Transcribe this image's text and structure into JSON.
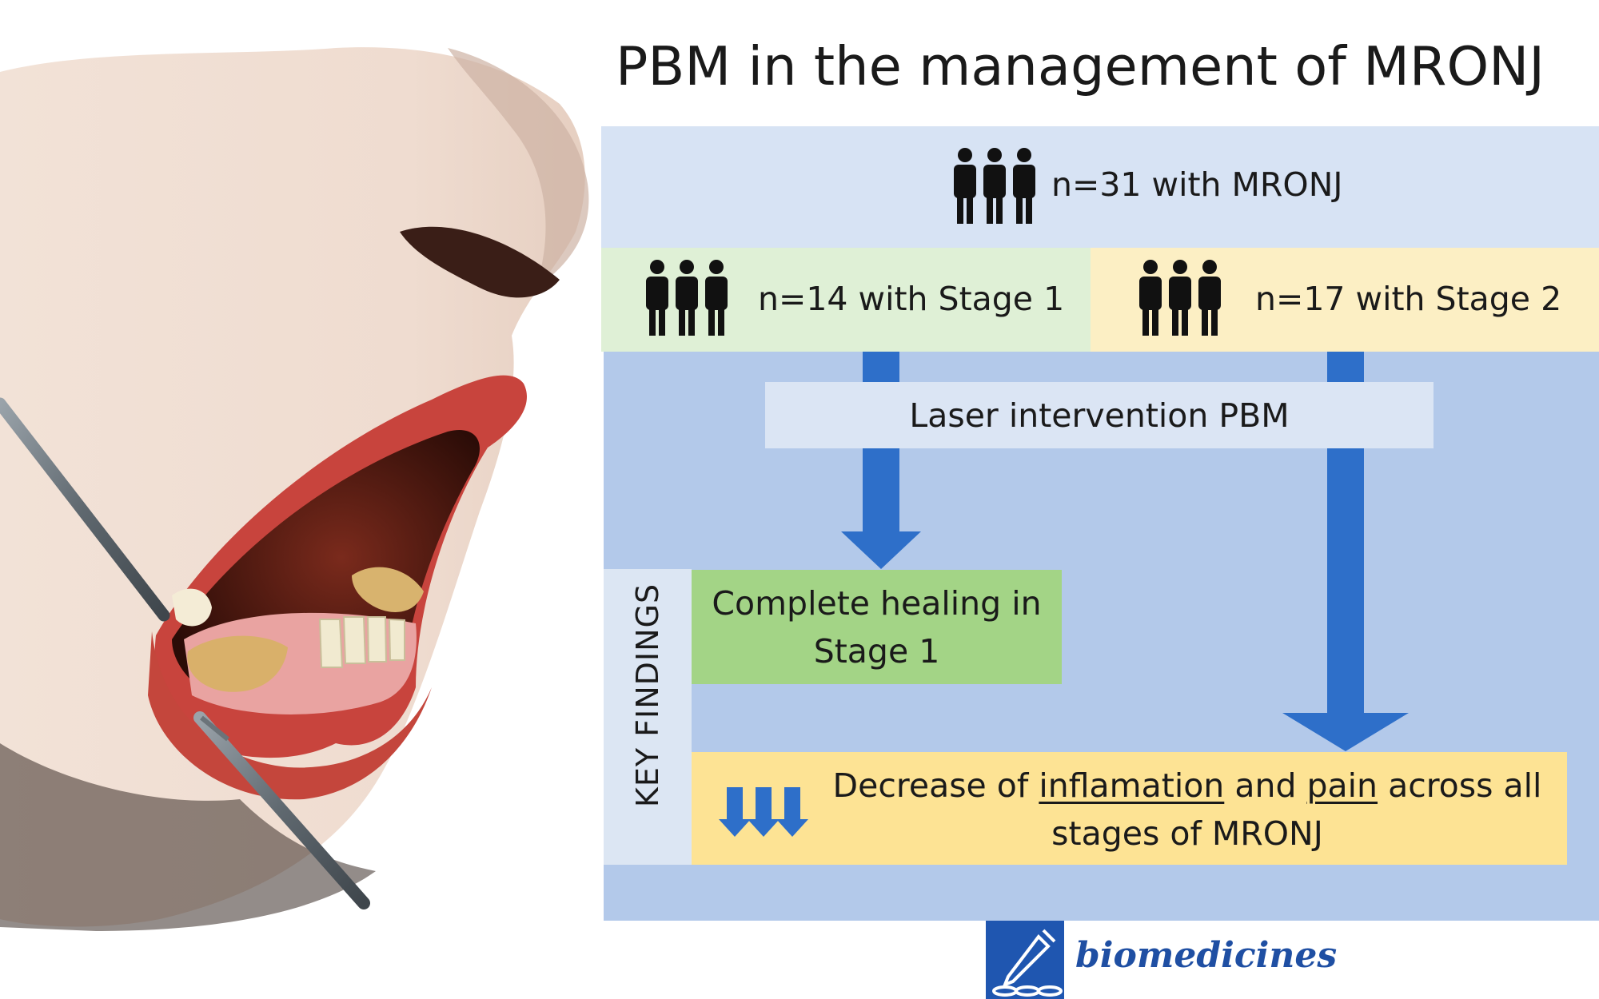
{
  "title": "PBM in the management of MRONJ",
  "top": {
    "text": "n=31 with MRONJ",
    "icon": "people-group-icon"
  },
  "stage1": {
    "text": "n=14 with Stage 1",
    "icon": "people-group-icon",
    "color": "#dff0d6"
  },
  "stage2": {
    "text": "n=17 with Stage 2",
    "icon": "people-group-icon",
    "color": "#fcefc4"
  },
  "intervention": {
    "text": "Laser intervention PBM"
  },
  "key_findings_label": "KEY FINDINGS",
  "finding_healing": {
    "line1": "Complete healing in",
    "line2": "Stage 1",
    "color": "#a3d486"
  },
  "finding_decrease": {
    "part1": "Decrease of ",
    "word1": "inflamation",
    "part2": " and ",
    "word2": "pain",
    "part3": " across all",
    "line2": "stages of MRONJ",
    "icon": "down-arrows-icon",
    "color": "#fde394"
  },
  "logo": {
    "text": "biomedicines",
    "icon": "dropper-icon"
  },
  "colors": {
    "arrow": "#2e6fc9",
    "panel": "#b3c9ea",
    "top_band": "#d7e3f4"
  }
}
